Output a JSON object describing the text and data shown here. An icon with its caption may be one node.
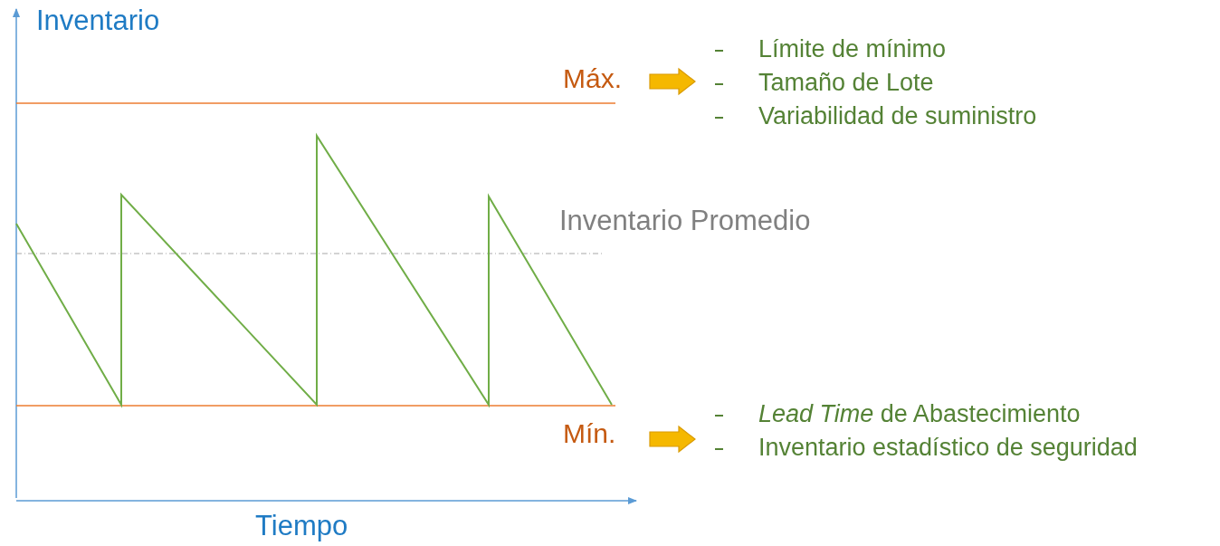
{
  "diagram": {
    "nodes": [
      {
        "text": [
          "Máx."
        ]
      },
      {
        "text": [
          "Límite de mínimo",
          "Tamaño de Lote",
          "Variabilidad de suministro"
        ]
      },
      {
        "text": [
          "Mín."
        ]
      },
      {
        "text": [
          "*Lead Time* de Abastecimiento",
          "Inventario estadístico de seguridad"
        ]
      }
    ],
    "edges": [
      {
        "from": 0,
        "to": 1,
        "arrow": "to"
      },
      {
        "from": 2,
        "to": 3,
        "arrow": "to"
      }
    ],
    "labels": [
      "Inventario",
      "Inventario Promedio",
      "Tiempo"
    ]
  }
}
